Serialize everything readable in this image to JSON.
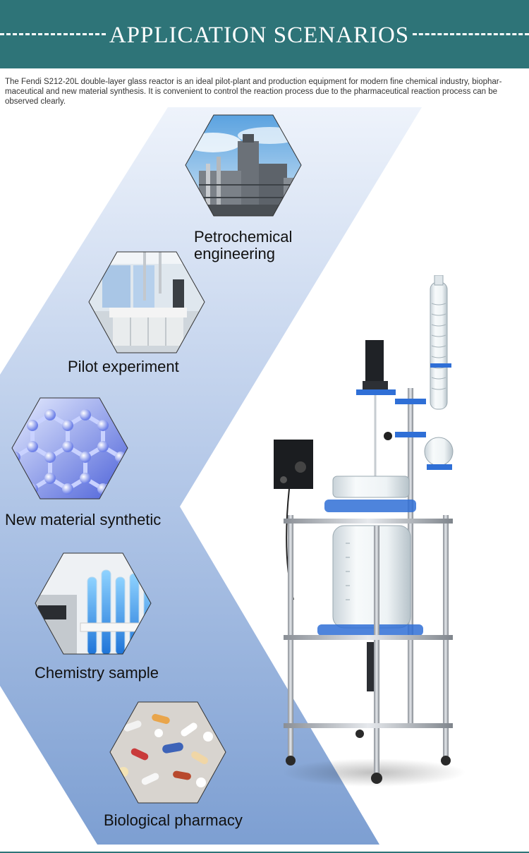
{
  "header": {
    "title": "APPLICATION SCENARIOS"
  },
  "intro": "The Fendi S212-20L double-layer glass reactor is an ideal pilot-plant and production equipment for modern fine chemical industry, biophar-maceutical and new material synthesis. It is convenient to control the reaction process due to the pharmaceutical reaction process can be observed clearly.",
  "scenarios": [
    {
      "label_line1": "Petrochemical",
      "label_line2": "engineering",
      "icon": "refinery-photo"
    },
    {
      "label": "Pilot experiment",
      "icon": "laboratory-photo"
    },
    {
      "label": "New material synthetic",
      "icon": "molecular-structure-photo"
    },
    {
      "label": "Chemistry sample",
      "icon": "test-tubes-photo"
    },
    {
      "label": "Biological pharmacy",
      "icon": "pills-photo"
    }
  ],
  "colors": {
    "header": "#2e7478",
    "chevron_top": "#e6edf8",
    "chevron_bottom": "#7d9fd2"
  }
}
